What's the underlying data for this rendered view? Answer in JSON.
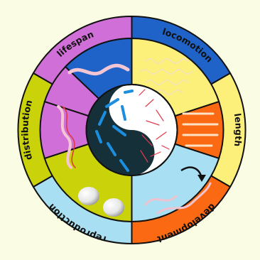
{
  "diagram": {
    "outer_labels": {
      "top_left": "lifespan",
      "top_right": "locomotion",
      "right": "length",
      "bottom_right": "development",
      "bottom_left": "reproduction",
      "left": "distribution"
    },
    "colors": {
      "background": "#fbfce4",
      "purple": "#d16fd8",
      "blue": "#1f63c9",
      "yellow": "#fcf07a",
      "orange": "#fb6a12",
      "lightblue": "#a9dff2",
      "olive": "#cad20a",
      "center_dark": "#16303a",
      "center_light": "#ffffff",
      "rod_blue": "#1b8ee0",
      "rod_red": "#e23a4a"
    },
    "icons": {
      "center": "yin-yang-icon",
      "lifespan": "worm-icon",
      "locomotion": "wave-lines-icon",
      "length": "elongated-worms-icon",
      "development": "growth-arrow-icon",
      "reproduction": "eggs-icon",
      "distribution": "worm-icon"
    }
  }
}
